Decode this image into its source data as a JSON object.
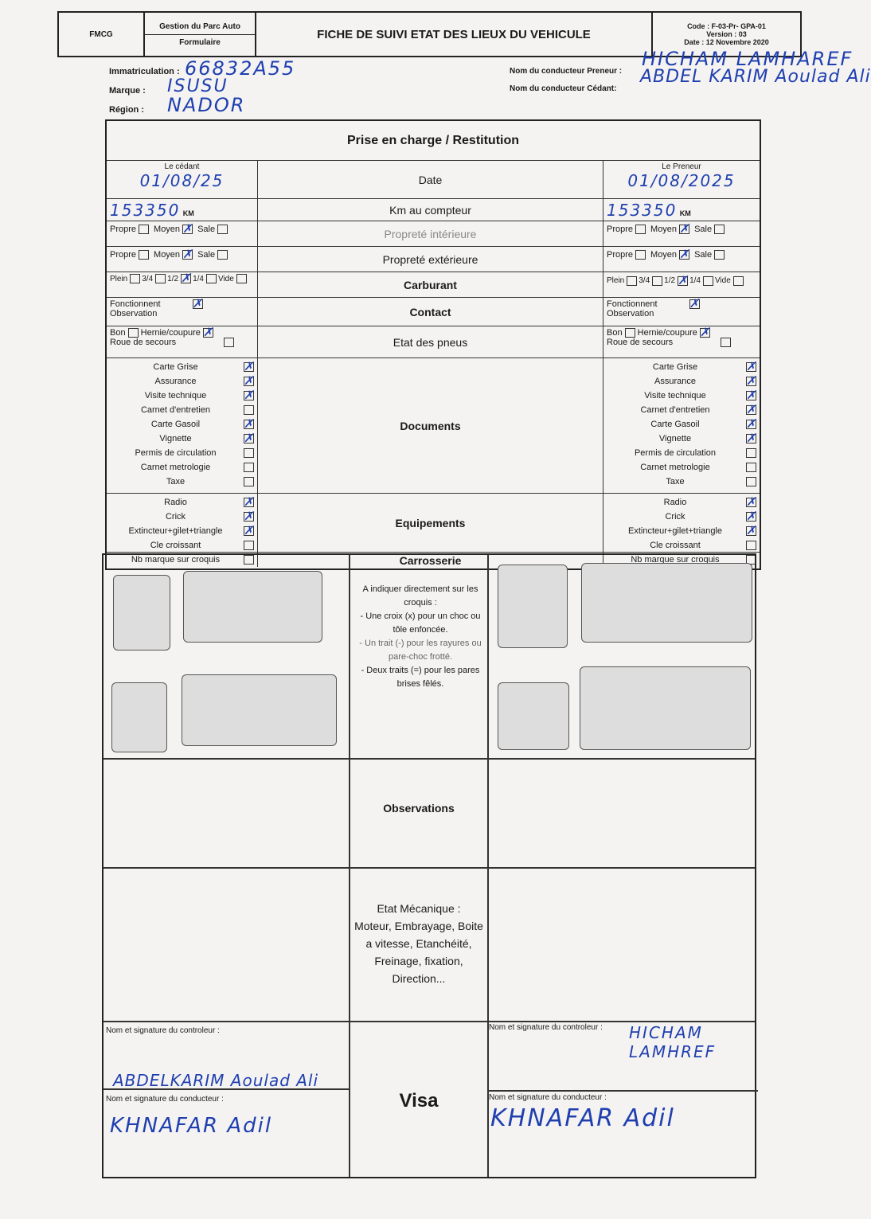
{
  "header": {
    "logo_text": "FMCG",
    "dept": "Gestion du Parc Auto",
    "type": "Formulaire",
    "title": "FICHE DE SUIVI ETAT DES LIEUX DU VEHICULE",
    "code": "Code : F-03-Pr- GPA-01",
    "version": "Version : 03",
    "date": "Date : 12 Novembre 2020"
  },
  "vehicle": {
    "immat_label": "Immatriculation :",
    "immat": "66832A55",
    "marque_label": "Marque :",
    "marque": "ISUSU",
    "region_label": "Région :",
    "region": "NADOR",
    "preneur_label": "Nom du conducteur Preneur :",
    "preneur": "HICHAM LAMHAREF",
    "cedant_label": "Nom du conducteur Cédant:",
    "cedant": "ABDEL KARIM Aoulad Ali"
  },
  "section_title": "Prise en charge / Restitution",
  "cedant": {
    "title": "Le cédant",
    "date": "01/08/25",
    "km": "153350",
    "km_unit": "KM"
  },
  "preneur": {
    "title": "Le Preneur",
    "date": "01/08/2025",
    "km": "153350",
    "km_unit": "KM"
  },
  "rows": {
    "date": "Date",
    "km": "Km au compteur",
    "prop_int": "Propreté intérieure",
    "prop_ext": "Propreté extérieure",
    "carburant": "Carburant",
    "contact": "Contact",
    "pneus": "Etat des pneus",
    "documents": "Documents",
    "equipements": "Equipements",
    "carrosserie": "Carrosserie"
  },
  "labels": {
    "propre": "Propre",
    "moyen": "Moyen",
    "sale": "Sale",
    "plein": "Plein",
    "q34": "3/4",
    "q12": "1/2",
    "q14": "1/4",
    "vide": "Vide",
    "fonctionnent": "Fonctionnent",
    "observation": "Observation",
    "bon": "Bon",
    "hernie": "Hernie/coupure",
    "roue": "Roue de secours",
    "nb_marque": "Nb marque sur croquis"
  },
  "documents": [
    "Carte Grise",
    "Assurance",
    "Visite technique",
    "Carnet d'entretien",
    "Carte Gasoil",
    "Vignette",
    "Permis de circulation",
    "Carnet metrologie",
    "Taxe"
  ],
  "documents_checked_cedant": [
    true,
    true,
    true,
    false,
    true,
    true,
    false,
    false,
    false
  ],
  "documents_checked_preneur": [
    true,
    true,
    true,
    true,
    true,
    true,
    false,
    false,
    false
  ],
  "equipements": [
    "Radio",
    "Crick",
    "Extincteur+gilet+triangle",
    "Cle croissant"
  ],
  "equipements_checked_cedant": [
    true,
    true,
    true,
    false
  ],
  "equipements_checked_preneur": [
    true,
    true,
    true,
    false
  ],
  "instructions": {
    "title": "A indiquer directement sur les croquis :",
    "l1": "- Une croix (x) pour un choc ou tôle enfoncée.",
    "l2": "- Un trait (-) pour les rayures ou pare-choc frotté.",
    "l3": "- Deux traits (=) pour les pares brises fêlés."
  },
  "observations": "Observations",
  "mecanique": {
    "title": "Etat Mécanique :",
    "body": "Moteur, Embrayage, Boite a vitesse, Etanchéité, Freinage, fixation, Direction..."
  },
  "visa": "Visa",
  "signatures": {
    "ctrl_label": "Nom et signature du controleur :",
    "cond_label": "Nom et signature du conducteur :",
    "left_ctrl": "ABDELKARIM Aoulad Ali",
    "left_cond": "KHNAFAR Adil",
    "right_ctrl": "HICHAM LAMHREF",
    "right_cond": "KHNAFAR Adil"
  }
}
